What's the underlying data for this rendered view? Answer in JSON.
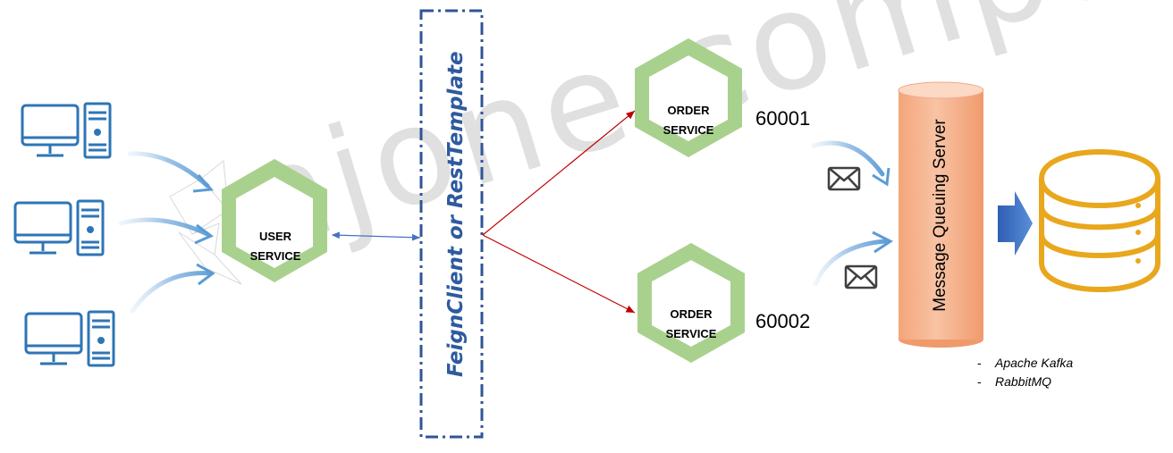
{
  "watermark": "njone company",
  "clients": [
    {
      "icon": "desktop-computer-icon"
    },
    {
      "icon": "desktop-computer-icon"
    },
    {
      "icon": "desktop-computer-icon"
    }
  ],
  "user_service": {
    "line1": "USER",
    "line2": "SERVICE"
  },
  "gateway_label": "FeignClient or RestTemplate",
  "order_services": [
    {
      "line1": "ORDER",
      "line2": "SERVICE",
      "port": "60001"
    },
    {
      "line1": "ORDER",
      "line2": "SERVICE",
      "port": "60002"
    }
  ],
  "message_queue_label": "Message Queuing Server",
  "brokers": [
    "Apache Kafka",
    "RabbitMQ"
  ],
  "colors": {
    "service_fill": "#a9d18e",
    "service_outline": "#ffffff",
    "client_icon": "#2e75b6",
    "gateway_border": "#2f5597",
    "link_blue": "#4472c4",
    "link_red": "#c00000",
    "queue_fill": "#f4b183",
    "queue_top": "#f8cbad",
    "database": "#e8a71c",
    "arrow_blue": "#4472c4",
    "watermark": "#c8c8c8"
  }
}
